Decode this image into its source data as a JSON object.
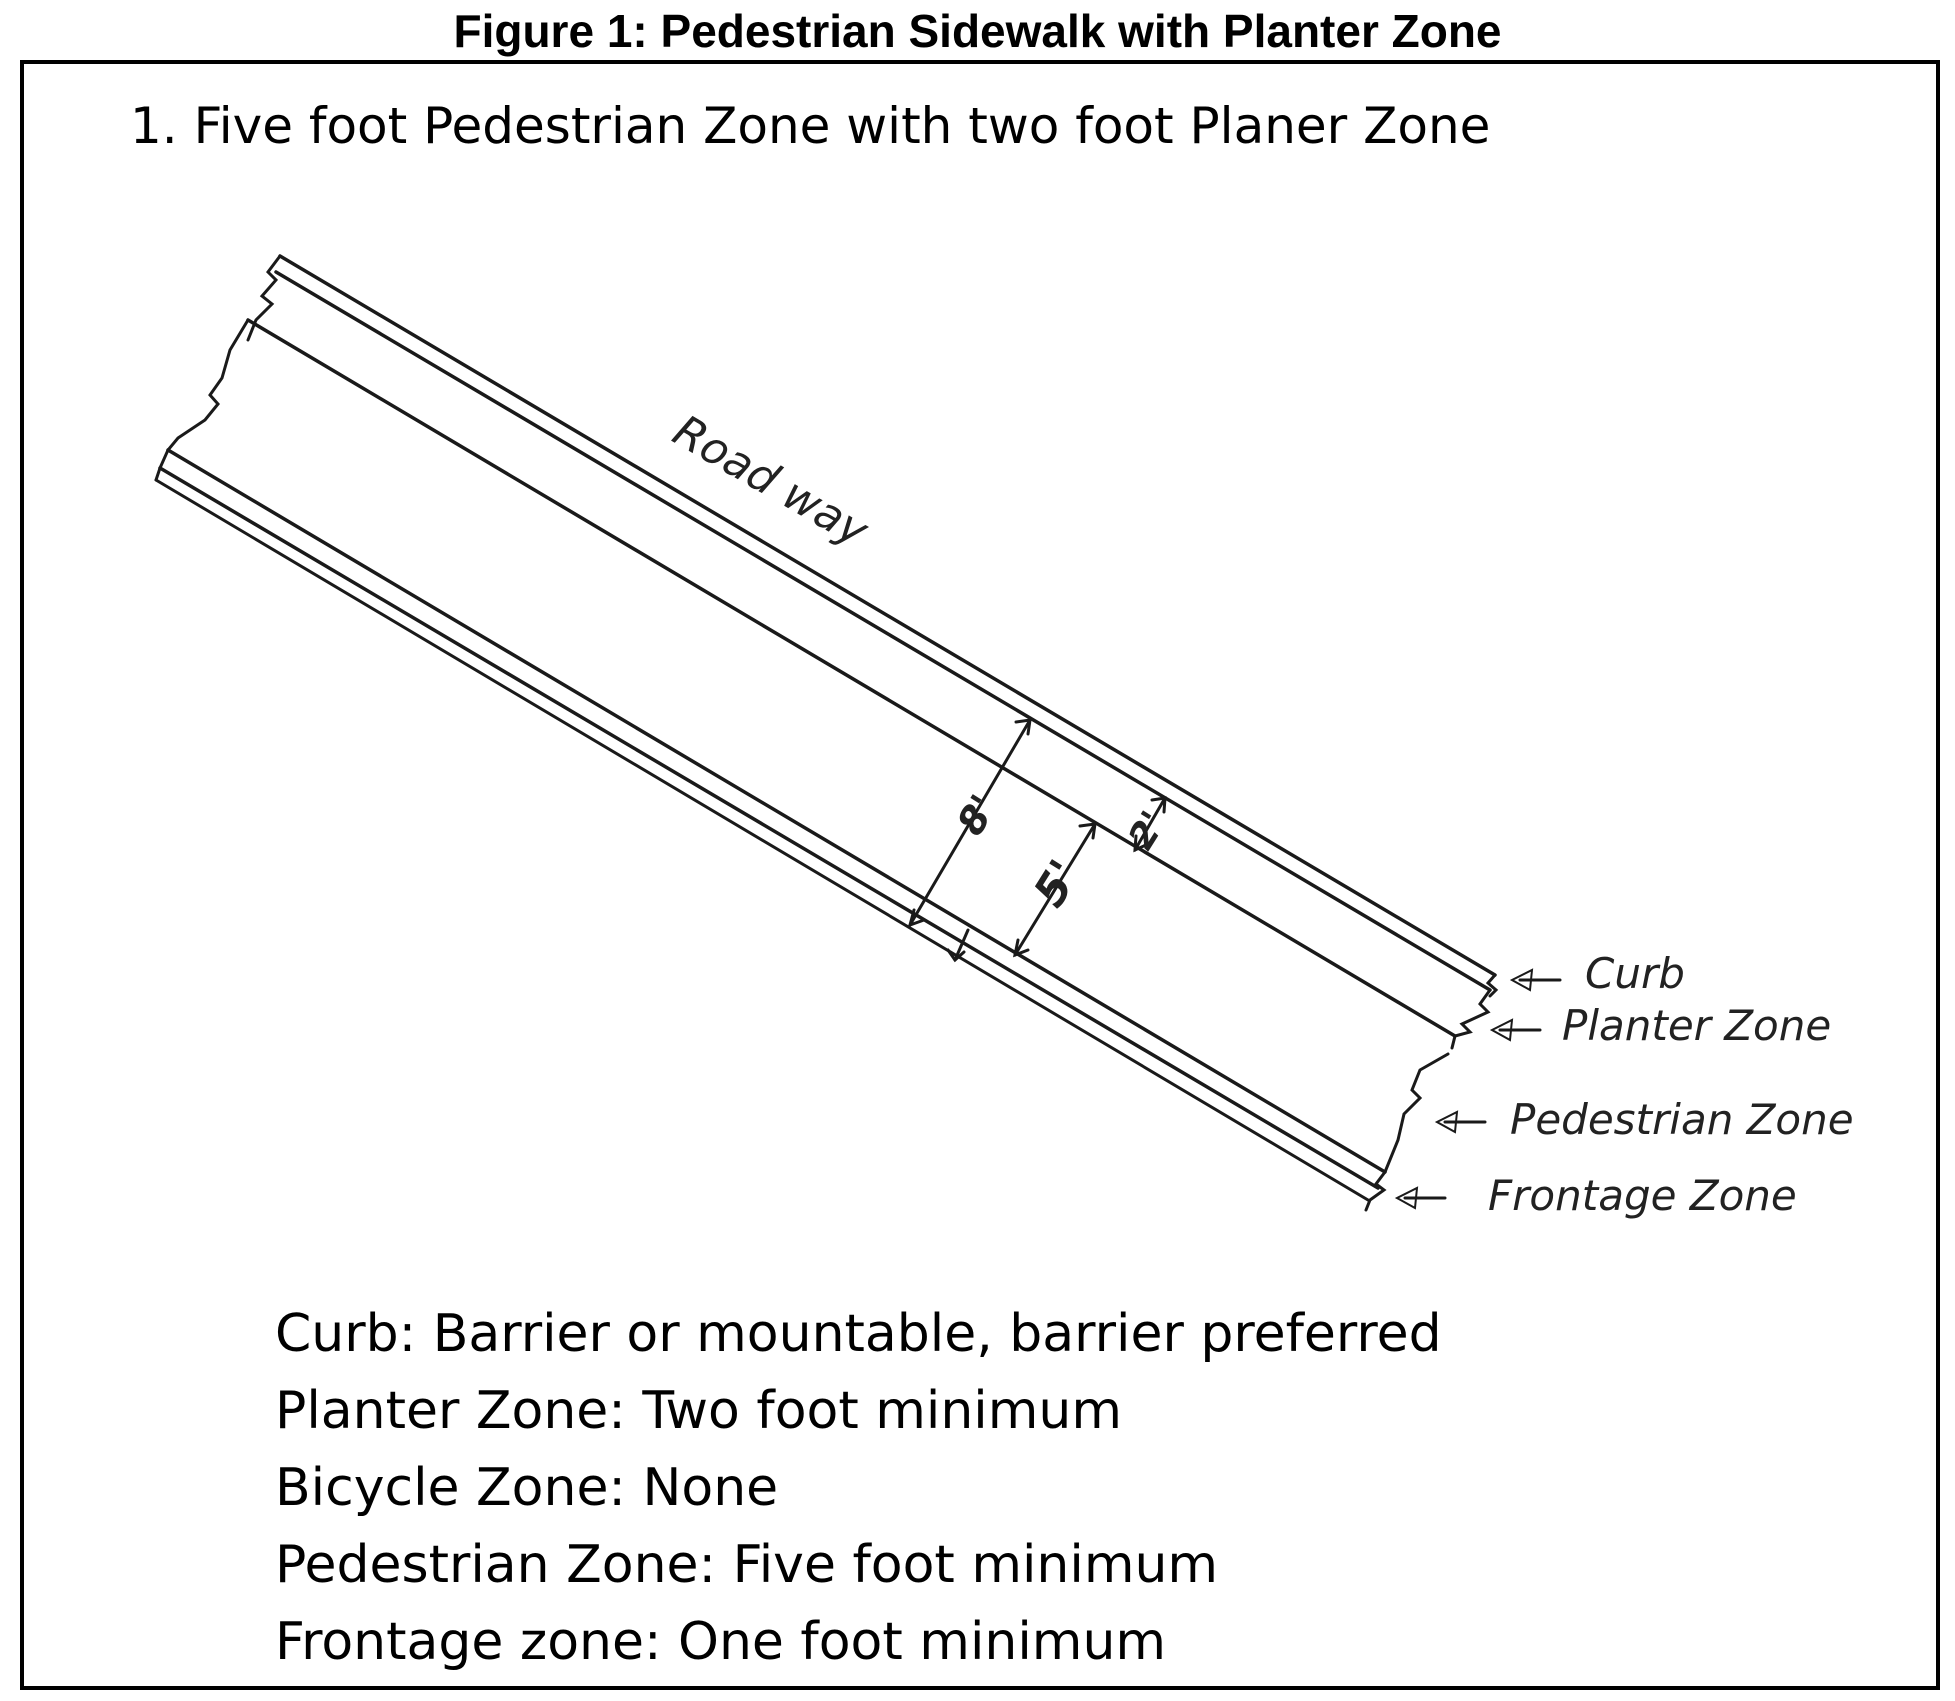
{
  "figure_title": "Figure 1: Pedestrian Sidewalk with Planter Zone",
  "heading": "1.  Five foot Pedestrian Zone with two foot Planer Zone",
  "sketch": {
    "roadway_label": "Road way",
    "dim_total": "8'",
    "dim_planter": "2'",
    "dim_pedestrian": "5'",
    "callouts": [
      "Curb",
      "Planter Zone",
      "Pedestrian Zone",
      "Frontage Zone"
    ]
  },
  "legend": [
    "Curb: Barrier or mountable, barrier preferred",
    "Planter Zone: Two foot minimum",
    "Bicycle Zone: None",
    "Pedestrian Zone: Five foot minimum",
    "Frontage zone: One foot minimum"
  ]
}
